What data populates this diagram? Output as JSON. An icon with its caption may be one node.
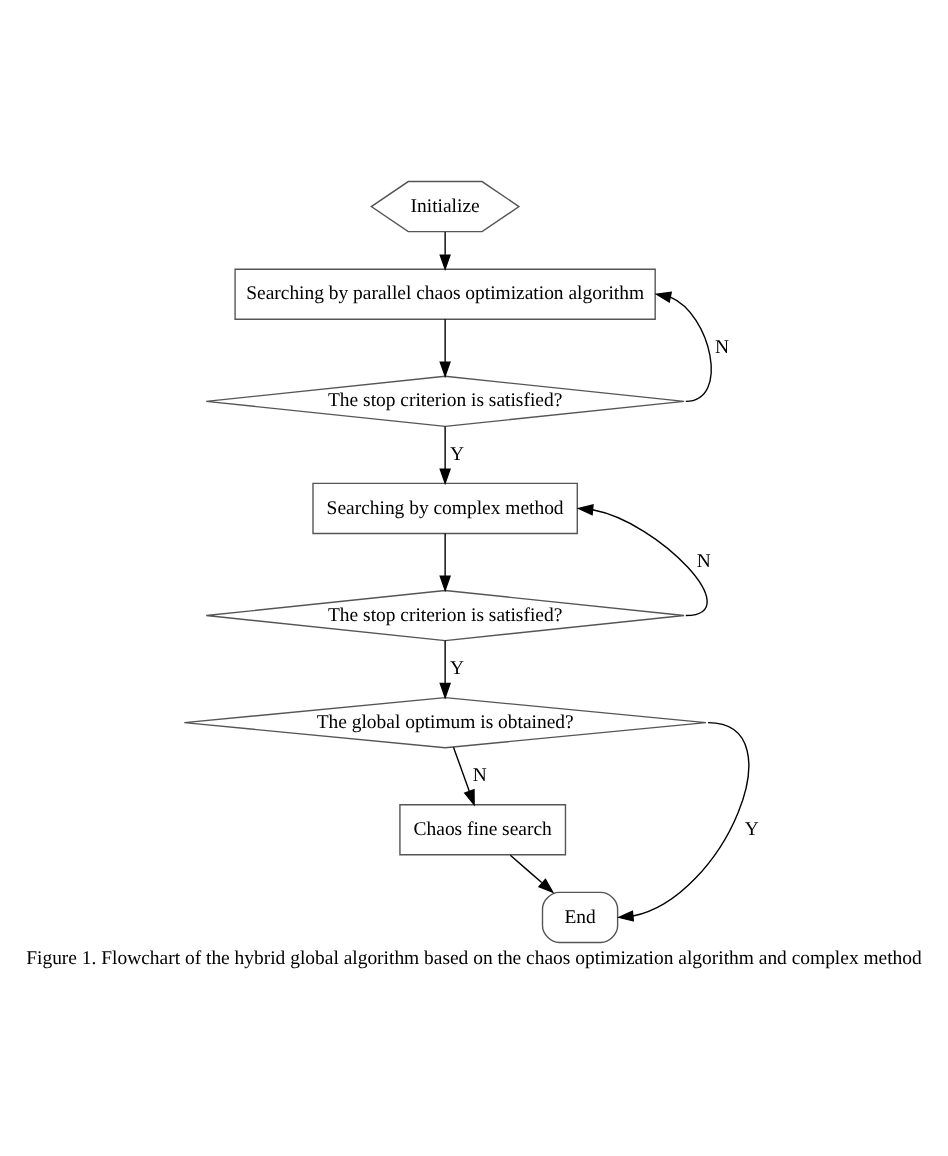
{
  "diagram": {
    "caption": "Figure 1. Flowchart of the hybrid global algorithm based on the chaos optimization algorithm and complex method",
    "nodes": [
      {
        "text": [
          "Initialize"
        ]
      },
      {
        "text": [
          "Searching by parallel chaos optimization algorithm"
        ]
      },
      {
        "text": [
          "The stop criterion is satisfied?"
        ]
      },
      {
        "text": [
          "Searching by complex method"
        ]
      },
      {
        "text": [
          "The stop criterion is satisfied?"
        ]
      },
      {
        "text": [
          "The global optimum is obtained?"
        ]
      },
      {
        "text": [
          "Chaos fine search"
        ]
      },
      {
        "text": [
          "End"
        ]
      }
    ],
    "edges": [
      {
        "from": 0,
        "to": 1,
        "arrow": "to"
      },
      {
        "from": 1,
        "to": 2,
        "arrow": "to"
      },
      {
        "from": 2,
        "to": 1,
        "arrow": "to",
        "label": "N"
      },
      {
        "from": 2,
        "to": 3,
        "arrow": "to",
        "label": "Y"
      },
      {
        "from": 3,
        "to": 4,
        "arrow": "to"
      },
      {
        "from": 4,
        "to": 3,
        "arrow": "to",
        "label": "N"
      },
      {
        "from": 4,
        "to": 5,
        "arrow": "to",
        "label": "Y"
      },
      {
        "from": 5,
        "to": 7,
        "arrow": "to",
        "label": "Y"
      },
      {
        "from": 5,
        "to": 6,
        "arrow": "to",
        "label": "N"
      },
      {
        "from": 6,
        "to": 7,
        "arrow": "to"
      }
    ]
  }
}
